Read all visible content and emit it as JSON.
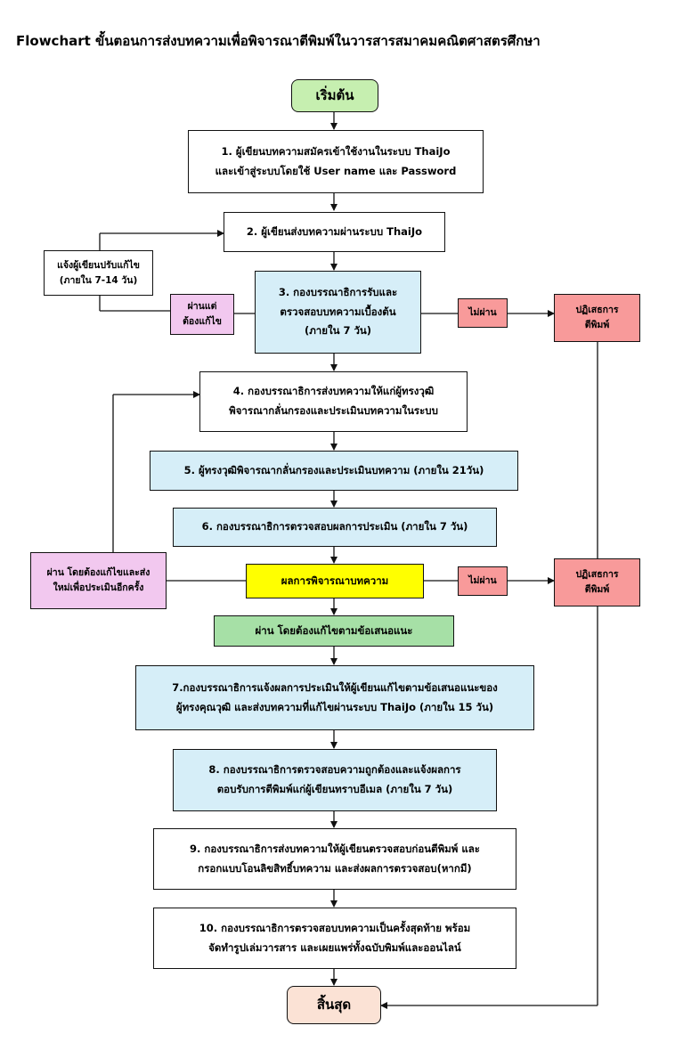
{
  "title": "Flowchart ขั้นตอนการส่งบทความเพื่อพิจารณาตีพิมพ์ในวารสารสมาคมคณิตศาสตรศึกษา",
  "nodes": {
    "start": "เริ่มต้น",
    "step1": [
      "1. ผู้เขียนบทความสมัครเข้าใช้งานในระบบ ThaiJo",
      "และเข้าสู่ระบบโดยใช้ User name  และ Password"
    ],
    "step2": "2. ผู้เขียนส่งบทความผ่านระบบ ThaiJo",
    "notify_revise": [
      "แจ้งผู้เขียนปรับแก้ไข",
      "(ภายใน 7-14 วัน)"
    ],
    "pass_but_revise": [
      "ผ่านแต่",
      "ต้องแก้ไข"
    ],
    "step3": [
      "3. กองบรรณาธิการรับและ",
      "ตรวจสอบบทความเบื้องต้น",
      "(ภายใน 7 วัน)"
    ],
    "fail1": "ไม่ผ่าน",
    "reject1": [
      "ปฏิเสธการ",
      "ตีพิมพ์"
    ],
    "step4": [
      "4. กองบรรณาธิการส่งบทความให้แก่ผู้ทรงวุฒิ",
      "พิจารณากลั่นกรองและประเมินบทความในระบบ"
    ],
    "step5": "5. ผู้ทรงวุฒิพิจารณากลั่นกรองและประเมินบทความ (ภายใน 21วัน)",
    "step6": "6. กองบรรณาธิการตรวจสอบผลการประเมิน (ภายใน 7 วัน)",
    "pass_resubmit": [
      "ผ่าน โดยต้องแก้ไขและส่ง",
      "ใหม่เพื่อประเมินอีกครั้ง"
    ],
    "decision": "ผลการพิจารณาบทความ",
    "fail2": "ไม่ผ่าน",
    "reject2": [
      "ปฏิเสธการ",
      "ตีพิมพ์"
    ],
    "pass_with_revision": "ผ่าน โดยต้องแก้ไขตามข้อเสนอแนะ",
    "step7": [
      "7.กองบรรณาธิการแจ้งผลการประเมินให้ผู้เขียนแก้ไขตามข้อเสนอแนะของ",
      "ผู้ทรงคุณวุฒิ และส่งบทความที่แก้ไขผ่านระบบ ThaiJo (ภายใน 15 วัน)"
    ],
    "step8": [
      "8. กองบรรณาธิการตรวจสอบความถูกต้องและแจ้งผลการ",
      "ตอบรับการตีพิมพ์แก่ผู้เขียนทราบอีเมล (ภายใน 7 วัน)"
    ],
    "step9": [
      "9. กองบรรณาธิการส่งบทความให้ผู้เขียนตรวจสอบก่อนตีพิมพ์ และ",
      "กรอกแบบโอนลิขสิทธิ์บทความ และส่งผลการตรวจสอบ(หากมี)"
    ],
    "step10": [
      "10. กองบรรณาธิการตรวจสอบบทความเป็นครั้งสุดท้าย พร้อม",
      "จัดทำรูปเล่มวารสาร และเผยแพร่ทั้งฉบับพิมพ์และออนไลน์"
    ],
    "end": "สิ้นสุด"
  }
}
